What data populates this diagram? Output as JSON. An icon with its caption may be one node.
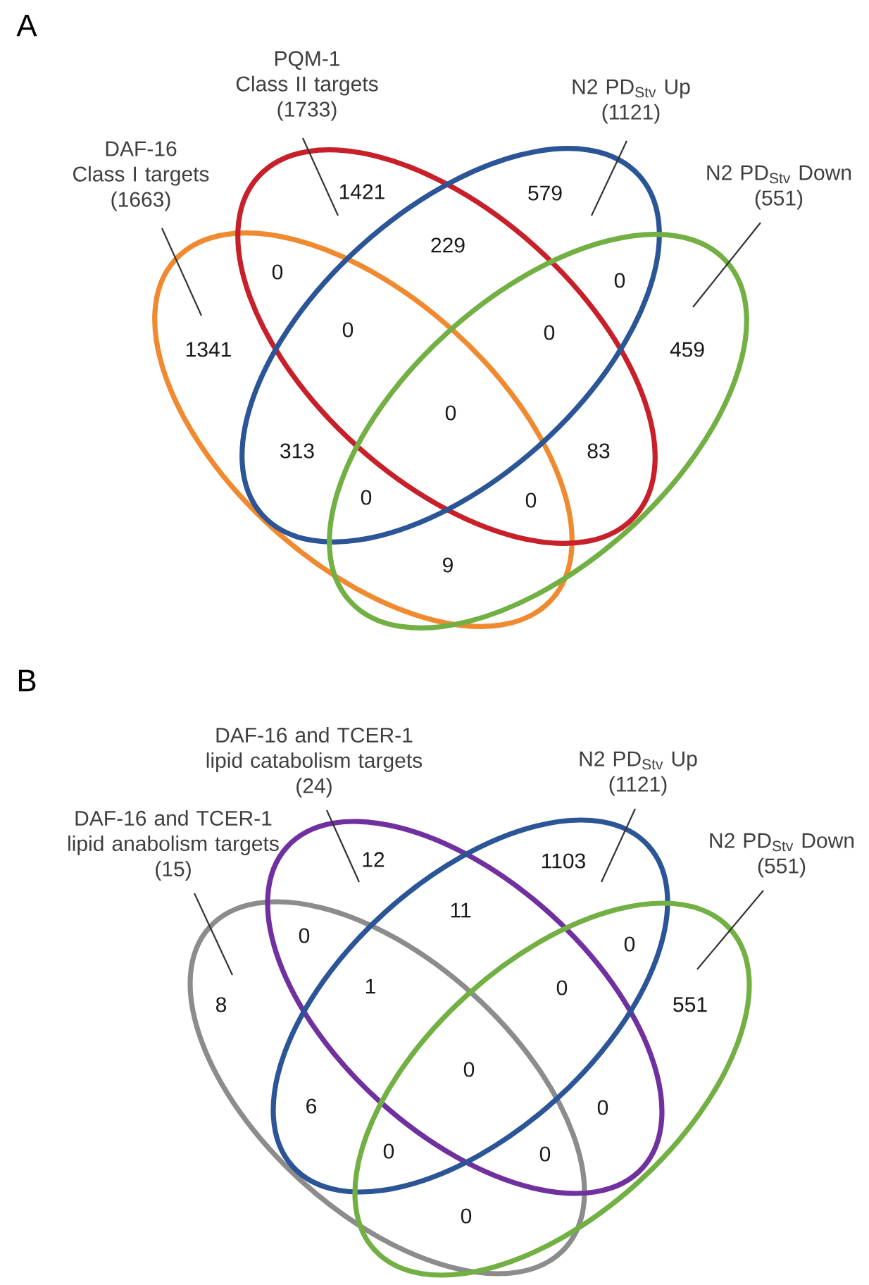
{
  "diagram": {
    "nodes": [
      {
        "text": [
          "DAF-16 Class I targets (1663)"
        ]
      },
      {
        "text": [
          "PQM-1 Class II targets (1733)"
        ]
      },
      {
        "text": [
          "N2 PD$_{Stv}$ Up (1121)"
        ]
      },
      {
        "text": [
          "N2 PD$_{Stv}$ Down (551)"
        ]
      },
      {
        "text": [],
        "shape": "ellipse"
      },
      {
        "text": [],
        "shape": "ellipse"
      },
      {
        "text": [],
        "shape": "ellipse"
      },
      {
        "text": [],
        "shape": "ellipse"
      },
      {
        "text": [
          "DAF-16 and TCER-1 lipid anabolism targets (15)"
        ]
      },
      {
        "text": [
          "DAF-16 and TCER-1 lipid catabolism targets (24)"
        ]
      },
      {
        "text": [
          "N2 PD$_{Stv}$ Up (1121)"
        ]
      },
      {
        "text": [
          "N2 PD$_{Stv}$ Down (551)"
        ]
      },
      {
        "text": [],
        "shape": "ellipse"
      },
      {
        "text": [],
        "shape": "ellipse"
      },
      {
        "text": [],
        "shape": "ellipse"
      },
      {
        "text": [],
        "shape": "ellipse"
      }
    ],
    "edges": [
      {
        "from": 0,
        "to": 4,
        "arrow": "none"
      },
      {
        "from": 1,
        "to": 5,
        "arrow": "none"
      },
      {
        "from": 2,
        "to": 6,
        "arrow": "none"
      },
      {
        "from": 3,
        "to": 7,
        "arrow": "none"
      },
      {
        "from": 8,
        "to": 12,
        "arrow": "none"
      },
      {
        "from": 9,
        "to": 13,
        "arrow": "none"
      },
      {
        "from": 10,
        "to": 14,
        "arrow": "none"
      },
      {
        "from": 11,
        "to": 15,
        "arrow": "none"
      }
    ],
    "labels": [
      "A",
      "1421",
      "579",
      "229",
      "0",
      "0",
      "1341",
      "0",
      "0",
      "459",
      "0",
      "313",
      "83",
      "0",
      "0",
      "9",
      "B",
      "12",
      "1103",
      "11",
      "0",
      "0",
      "8",
      "1",
      "0",
      "551",
      "0",
      "6",
      "0",
      "0",
      "0",
      "0"
    ]
  }
}
